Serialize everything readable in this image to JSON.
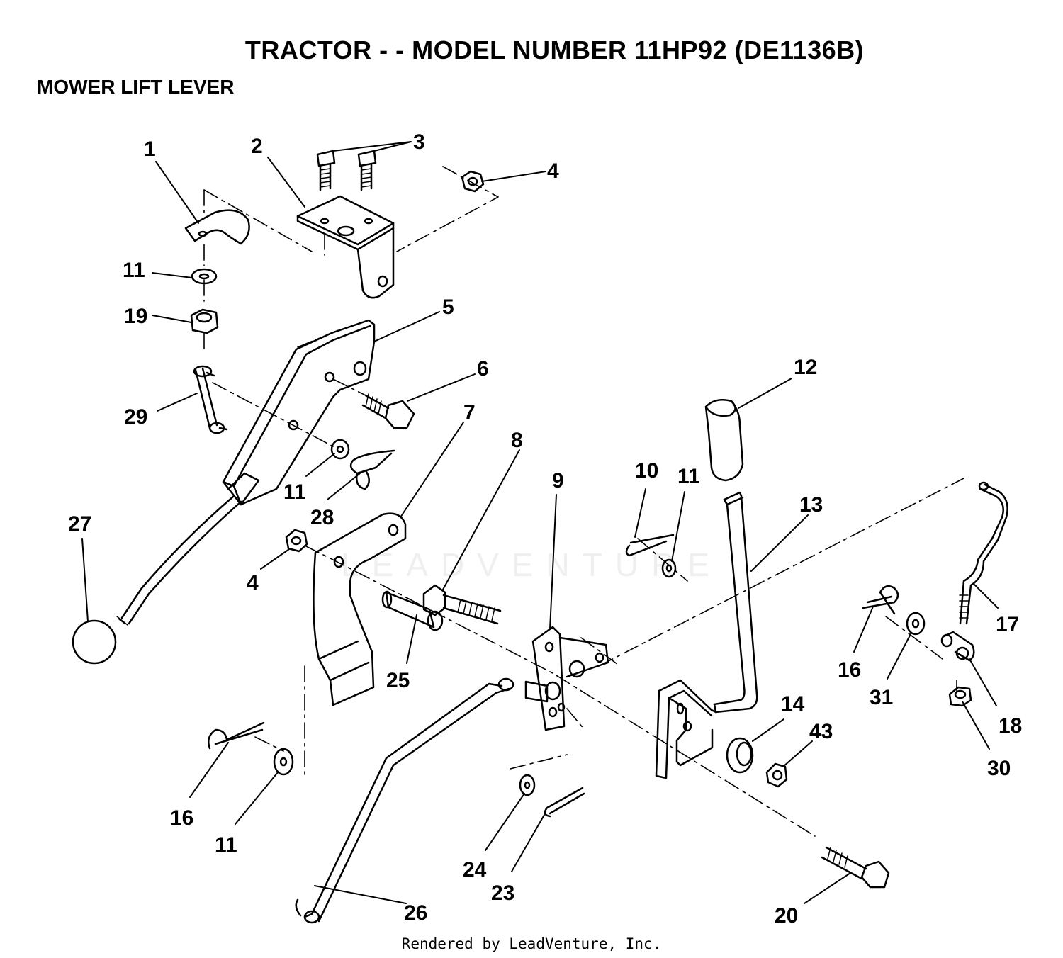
{
  "header": {
    "title": "TRACTOR - - MODEL NUMBER 11HP92 (DE1136B)",
    "subtitle": "MOWER LIFT LEVER"
  },
  "watermark": "LEADVENTURE",
  "footer": "Rendered by LeadVenture, Inc.",
  "callouts": {
    "c1": "1",
    "c2": "2",
    "c3": "3",
    "c4a": "4",
    "c4b": "4",
    "c5": "5",
    "c6": "6",
    "c7": "7",
    "c8": "8",
    "c9": "9",
    "c10": "10",
    "c11a": "11",
    "c11b": "11",
    "c11c": "11",
    "c11d": "11",
    "c12": "12",
    "c13": "13",
    "c14": "14",
    "c16a": "16",
    "c16b": "16",
    "c17": "17",
    "c18": "18",
    "c19": "19",
    "c20": "20",
    "c23": "23",
    "c24": "24",
    "c25": "25",
    "c26": "26",
    "c27": "27",
    "c28": "28",
    "c29": "29",
    "c30": "30",
    "c31": "31",
    "c43": "43"
  }
}
